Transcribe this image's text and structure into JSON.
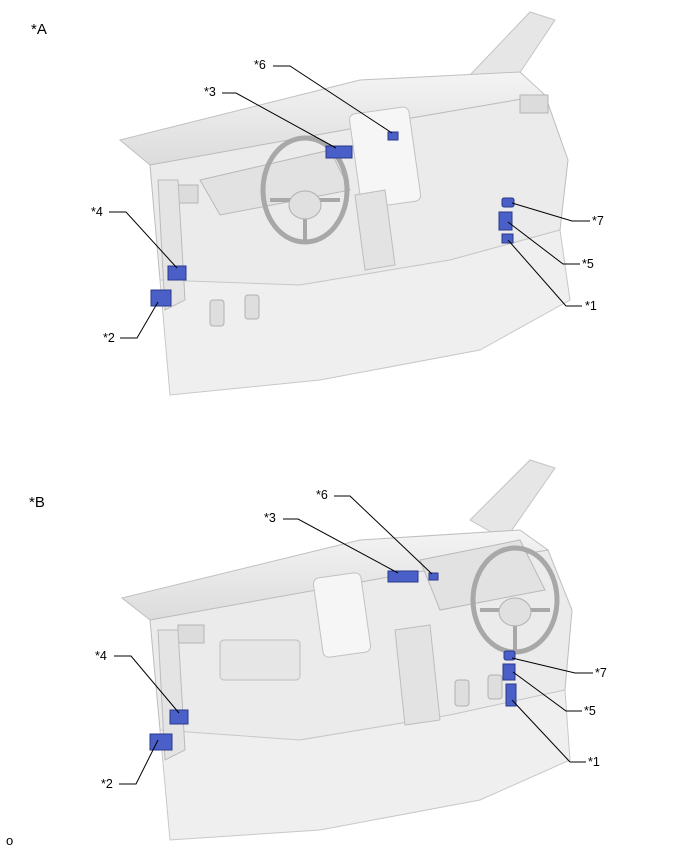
{
  "panel_a": {
    "label": "*A",
    "callouts": {
      "c1": "*1",
      "c2": "*2",
      "c3": "*3",
      "c4": "*4",
      "c5": "*5",
      "c6": "*6",
      "c7": "*7"
    }
  },
  "panel_b": {
    "label": "*B",
    "callouts": {
      "c1": "*1",
      "c2": "*2",
      "c3": "*3",
      "c4": "*4",
      "c5": "*5",
      "c6": "*6",
      "c7": "*7"
    }
  },
  "footer": {
    "code": "o"
  },
  "colors": {
    "highlight": "#4a5fc8",
    "highlight_dark": "#2a3a8c",
    "line": "#000000",
    "interior": "#e8e8e8",
    "interior_edge": "#b8b8b8"
  }
}
